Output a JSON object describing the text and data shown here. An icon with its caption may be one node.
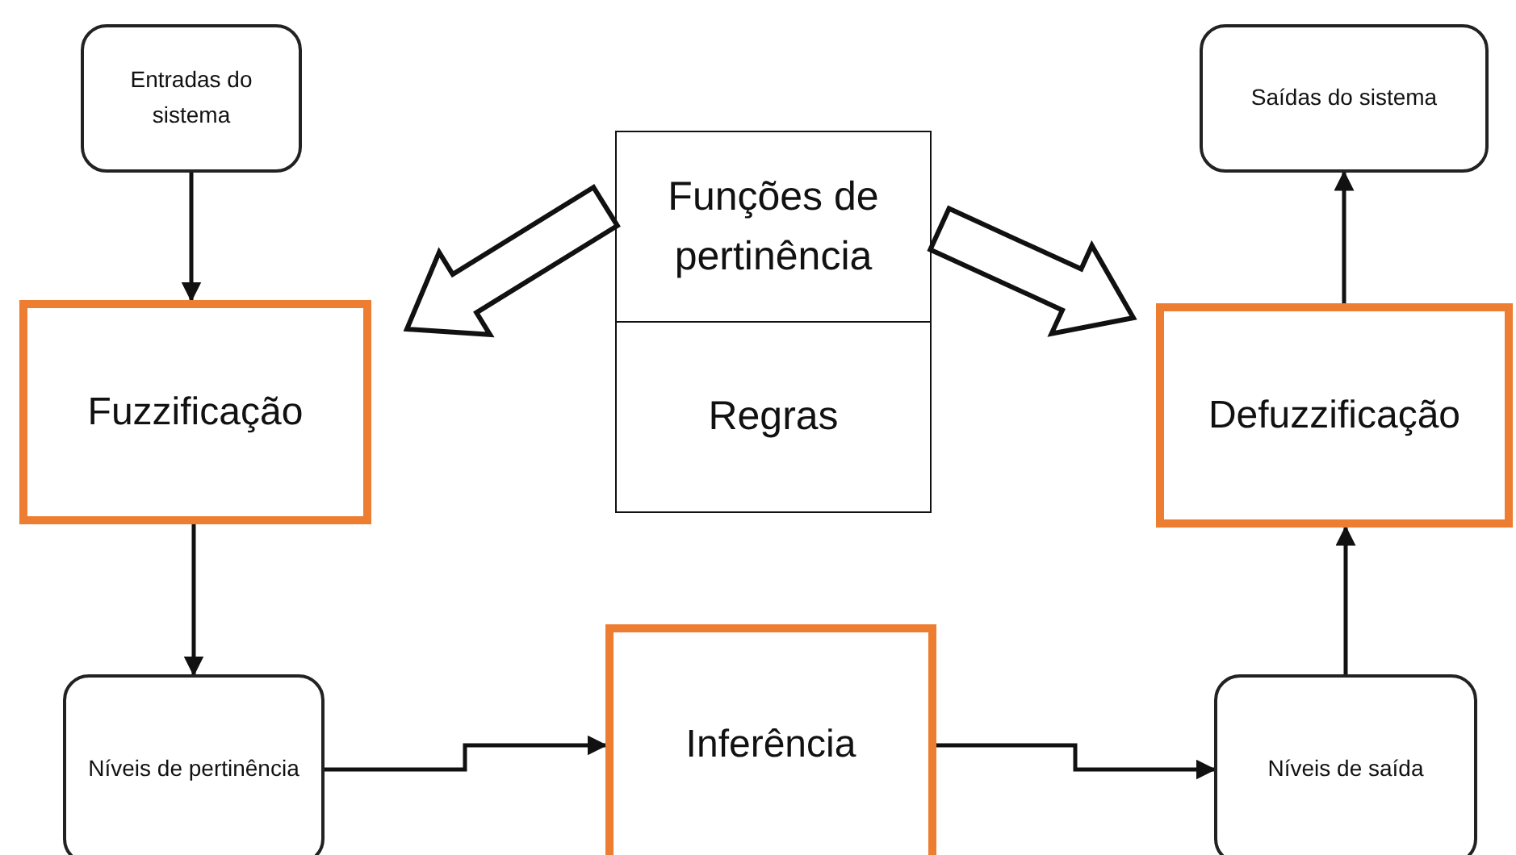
{
  "diagram": {
    "nodes": [
      {
        "text": [
          "Entradas do sistema"
        ]
      },
      {
        "text": [
          "Fuzzificação"
        ]
      },
      {
        "text": [
          "Funções de pertinência"
        ]
      },
      {
        "text": [
          "Regras"
        ]
      },
      {
        "text": [
          "Saídas do sistema"
        ]
      },
      {
        "text": [
          "Defuzzificação"
        ]
      },
      {
        "text": [
          "Níveis de pertinência"
        ]
      },
      {
        "text": [
          "Inferência"
        ]
      },
      {
        "text": [
          "Níveis de saída"
        ]
      }
    ],
    "edges": [
      {
        "from": 0,
        "to": 1,
        "arrow": "to"
      },
      {
        "from": 1,
        "to": 6,
        "arrow": "to"
      },
      {
        "from": 6,
        "to": 7,
        "arrow": "to"
      },
      {
        "from": 7,
        "to": 8,
        "arrow": "to"
      },
      {
        "from": 8,
        "to": 5,
        "arrow": "to"
      },
      {
        "from": 5,
        "to": 4,
        "arrow": "to"
      },
      {
        "from": 2,
        "to": 1,
        "arrow": "to",
        "style": "thick"
      },
      {
        "from": 2,
        "to": 5,
        "arrow": "to",
        "style": "thick"
      }
    ]
  }
}
